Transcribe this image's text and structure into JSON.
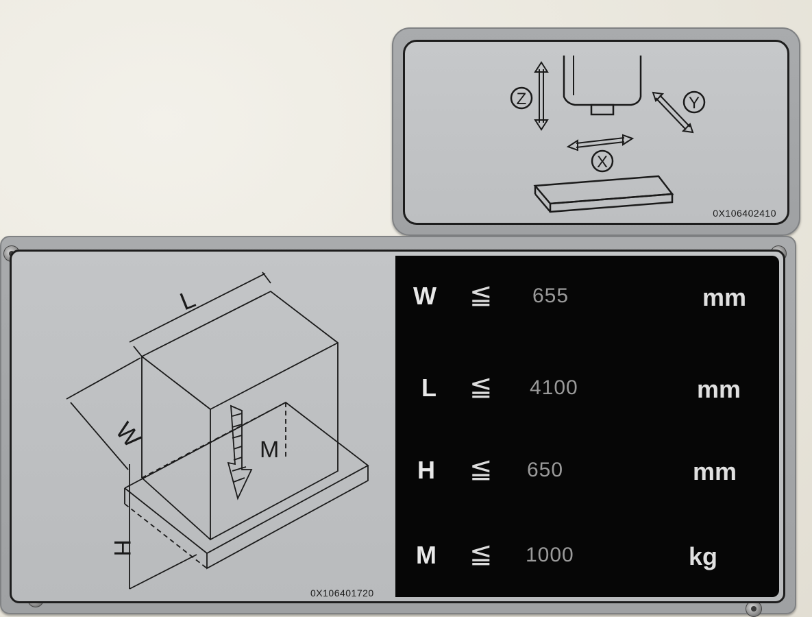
{
  "axis_plate": {
    "labels": {
      "z": "Z",
      "y": "Y",
      "x": "X"
    },
    "code": "0X106402410"
  },
  "capacity_plate": {
    "diagram_labels": {
      "length": "L",
      "width": "W",
      "height": "H",
      "mass": "M"
    },
    "code": "0X106401720",
    "rows": [
      {
        "symbol": "W",
        "relation": "≦",
        "value": "655",
        "unit": "mm"
      },
      {
        "symbol": "L",
        "relation": "≦",
        "value": "4100",
        "unit": "mm"
      },
      {
        "symbol": "H",
        "relation": "≦",
        "value": "650",
        "unit": "mm"
      },
      {
        "symbol": "M",
        "relation": "≦",
        "value": "1000",
        "unit": "kg"
      }
    ]
  },
  "colors": {
    "plate": "#a9abad",
    "panel": "#060606",
    "engraving": "#1d1d1d"
  }
}
